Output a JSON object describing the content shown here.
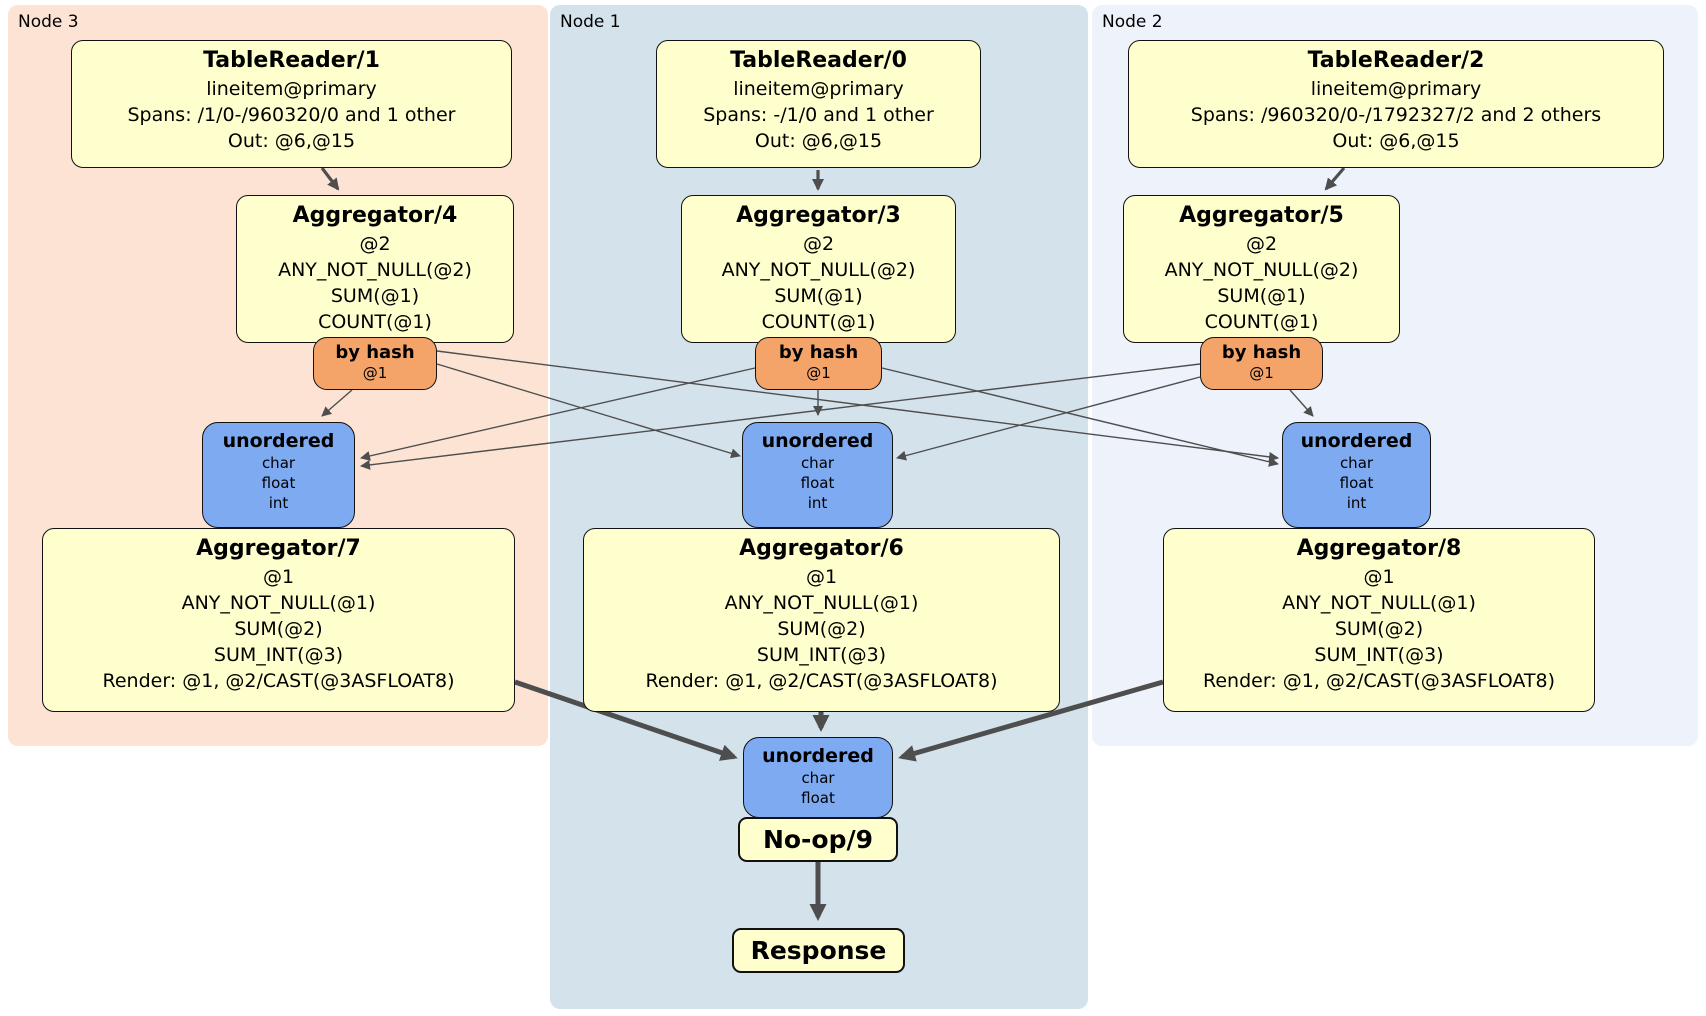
{
  "colors": {
    "node3_bg": "#fce3d3",
    "node1_bg": "#d4e2ec",
    "node2_bg": "#edf2fb",
    "processor_bg": "#ffffce",
    "router_bg": "#f4a469",
    "sync_bg": "#7daaf1",
    "edge": "#4e4e4e"
  },
  "nodes": [
    {
      "label": "Node 3",
      "table_reader": {
        "title": "TableReader/1",
        "lines": [
          "lineitem@primary",
          "Spans: /1/0-/960320/0 and 1 other",
          "Out: @6,@15"
        ]
      },
      "aggregator_top": {
        "title": "Aggregator/4",
        "lines": [
          "@2",
          "ANY_NOT_NULL(@2)",
          "SUM(@1)",
          "COUNT(@1)"
        ]
      },
      "router": {
        "title": "by hash",
        "detail": "@1"
      },
      "sync": {
        "title": "unordered",
        "lines": [
          "char",
          "float",
          "int"
        ]
      },
      "aggregator_bottom": {
        "title": "Aggregator/7",
        "lines": [
          "@1",
          "ANY_NOT_NULL(@1)",
          "SUM(@2)",
          "SUM_INT(@3)",
          "Render: @1, @2/CAST(@3ASFLOAT8)"
        ]
      }
    },
    {
      "label": "Node 1",
      "table_reader": {
        "title": "TableReader/0",
        "lines": [
          "lineitem@primary",
          "Spans: -/1/0 and 1 other",
          "Out: @6,@15"
        ]
      },
      "aggregator_top": {
        "title": "Aggregator/3",
        "lines": [
          "@2",
          "ANY_NOT_NULL(@2)",
          "SUM(@1)",
          "COUNT(@1)"
        ]
      },
      "router": {
        "title": "by hash",
        "detail": "@1"
      },
      "sync": {
        "title": "unordered",
        "lines": [
          "char",
          "float",
          "int"
        ]
      },
      "aggregator_bottom": {
        "title": "Aggregator/6",
        "lines": [
          "@1",
          "ANY_NOT_NULL(@1)",
          "SUM(@2)",
          "SUM_INT(@3)",
          "Render: @1, @2/CAST(@3ASFLOAT8)"
        ]
      }
    },
    {
      "label": "Node 2",
      "table_reader": {
        "title": "TableReader/2",
        "lines": [
          "lineitem@primary",
          "Spans: /960320/0-/1792327/2 and 2 others",
          "Out: @6,@15"
        ]
      },
      "aggregator_top": {
        "title": "Aggregator/5",
        "lines": [
          "@2",
          "ANY_NOT_NULL(@2)",
          "SUM(@1)",
          "COUNT(@1)"
        ]
      },
      "router": {
        "title": "by hash",
        "detail": "@1"
      },
      "sync": {
        "title": "unordered",
        "lines": [
          "char",
          "float",
          "int"
        ]
      },
      "aggregator_bottom": {
        "title": "Aggregator/8",
        "lines": [
          "@1",
          "ANY_NOT_NULL(@1)",
          "SUM(@2)",
          "SUM_INT(@3)",
          "Render: @1, @2/CAST(@3ASFLOAT8)"
        ]
      }
    }
  ],
  "final": {
    "sync": {
      "title": "unordered",
      "lines": [
        "char",
        "float"
      ]
    },
    "noop": {
      "title": "No-op/9"
    },
    "response": {
      "title": "Response"
    }
  }
}
